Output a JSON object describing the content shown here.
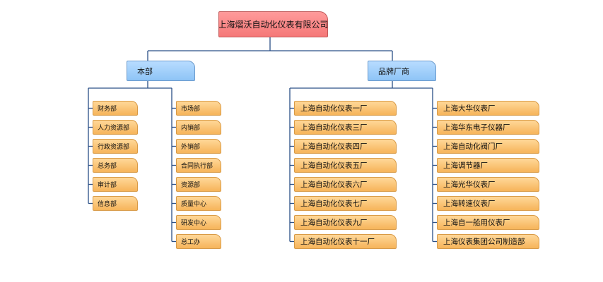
{
  "root": {
    "label": "上海熠沃自动化仪表有限公司"
  },
  "groups": [
    {
      "label": "本部",
      "columns": [
        [
          "财务部",
          "人力资源部",
          "行政资源部",
          "总务部",
          "审计部",
          "信息部"
        ],
        [
          "市场部",
          "内销部",
          "外销部",
          "合同执行部",
          "资源部",
          "质量中心",
          "研发中心",
          "总工办"
        ]
      ]
    },
    {
      "label": "品牌厂商",
      "columns": [
        [
          "上海自动化仪表一厂",
          "上海自动化仪表三厂",
          "上海自动化仪表四厂",
          "上海自动化仪表五厂",
          "上海自动化仪表六厂",
          "上海自动化仪表七厂",
          "上海自动化仪表九厂",
          "上海自动化仪表十一厂"
        ],
        [
          "上海大华仪表厂",
          "上海华东电子仪器厂",
          "上海自动化阀门厂",
          "上海调节器厂",
          "上海光华仪表厂",
          "上海转速仪表厂",
          "上海自一船用仪表厂",
          "上海仪表集团公司制造部"
        ]
      ]
    }
  ]
}
